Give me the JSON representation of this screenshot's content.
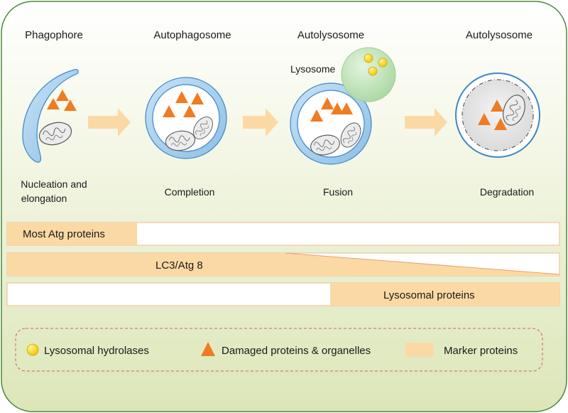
{
  "stages": [
    {
      "title": "Phagophore",
      "caption_lines": [
        "Nucleation and",
        "elongation"
      ]
    },
    {
      "title": "Autophagosome",
      "caption_lines": [
        "Completion"
      ]
    },
    {
      "title": "Autolysosome",
      "caption_lines": [
        "Fusion"
      ],
      "extra_label": "Lysosome"
    },
    {
      "title": "Autolysosome",
      "caption_lines": [
        "Degradation"
      ]
    }
  ],
  "marker_bars": [
    {
      "label": "Most Atg proteins"
    },
    {
      "label": "LC3/Atg 8"
    },
    {
      "label": "Lysosomal proteins"
    }
  ],
  "legend": [
    {
      "label": "Lysosomal hydrolases",
      "icon": "yellow-circle-icon"
    },
    {
      "label": "Damaged proteins & organelles",
      "icon": "orange-triangle-icon"
    },
    {
      "label": "Marker proteins",
      "icon": "peach-rectangle-icon"
    }
  ],
  "colors": {
    "background_top": "#ffffff",
    "background_bottom": "#dfe8bd",
    "membrane": "#9fc9ea",
    "membrane_stroke": "#2f7fc1",
    "triangle": "#f07b22",
    "arrow": "#fbd9a5",
    "bar": "#fbd9a5",
    "lysosome": "#b8e0b2",
    "hydrolase": "#ffd400"
  }
}
